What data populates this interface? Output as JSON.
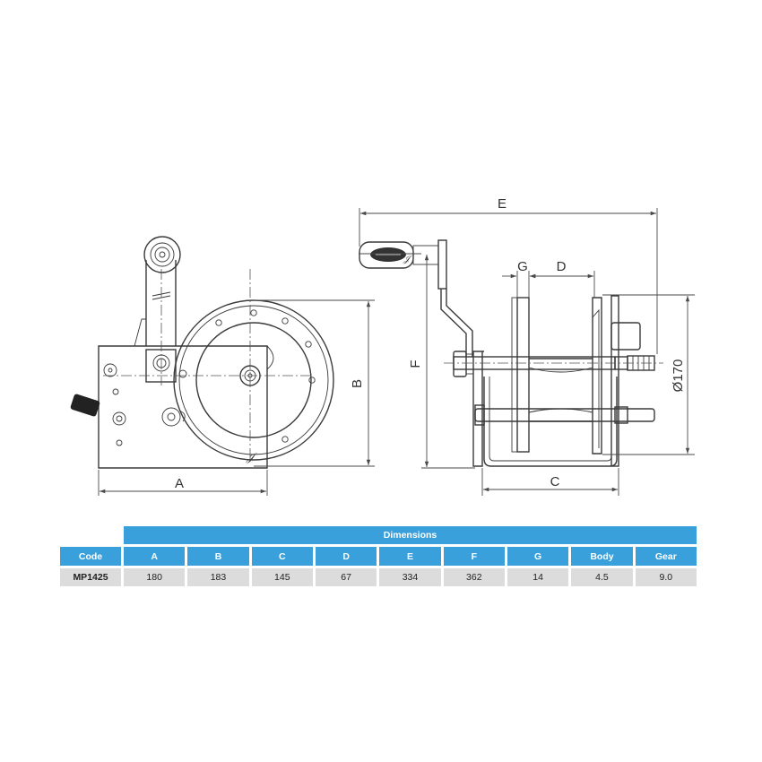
{
  "drawing": {
    "dimension_labels": {
      "a": "A",
      "b": "B",
      "c": "C",
      "d": "D",
      "e": "E",
      "f": "F",
      "g": "G",
      "diameter": "Ø170"
    }
  },
  "table": {
    "title": "Dimensions",
    "headers": [
      "Code",
      "A",
      "B",
      "C",
      "D",
      "E",
      "F",
      "G",
      "Body",
      "Gear"
    ],
    "row": [
      "MP1425",
      "180",
      "183",
      "145",
      "67",
      "334",
      "362",
      "14",
      "4.5",
      "9.0"
    ]
  }
}
